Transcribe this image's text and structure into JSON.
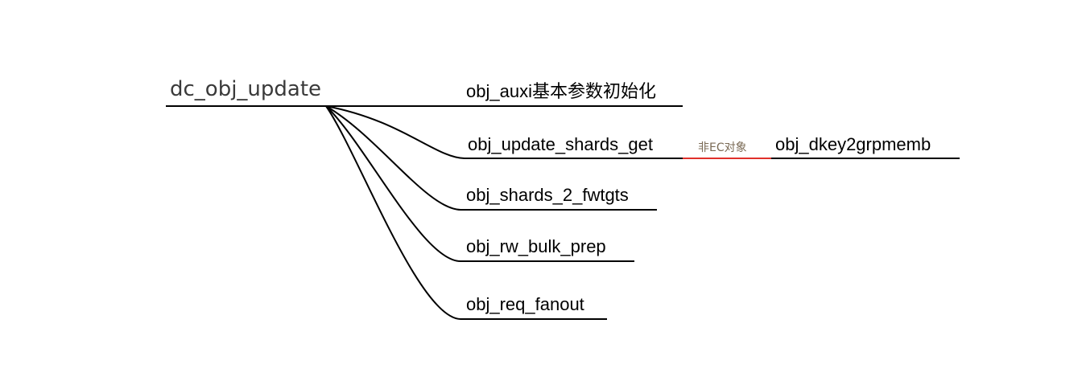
{
  "mindmap": {
    "root": {
      "label": "dc_obj_update"
    },
    "children": [
      {
        "label": "obj_auxi基本参数初始化"
      },
      {
        "label": "obj_update_shards_get"
      },
      {
        "label": "obj_shards_2_fwtgts"
      },
      {
        "label": "obj_rw_bulk_prep"
      },
      {
        "label": "obj_req_fanout"
      }
    ],
    "branch": {
      "edge_label": "非EC对象",
      "target": {
        "label": "obj_dkey2grpmemb"
      }
    }
  },
  "colors": {
    "line": "#000000",
    "edge_highlight": "#e0302a",
    "root_text": "#3a3a3a",
    "edge_label_text": "#7a6a55"
  }
}
